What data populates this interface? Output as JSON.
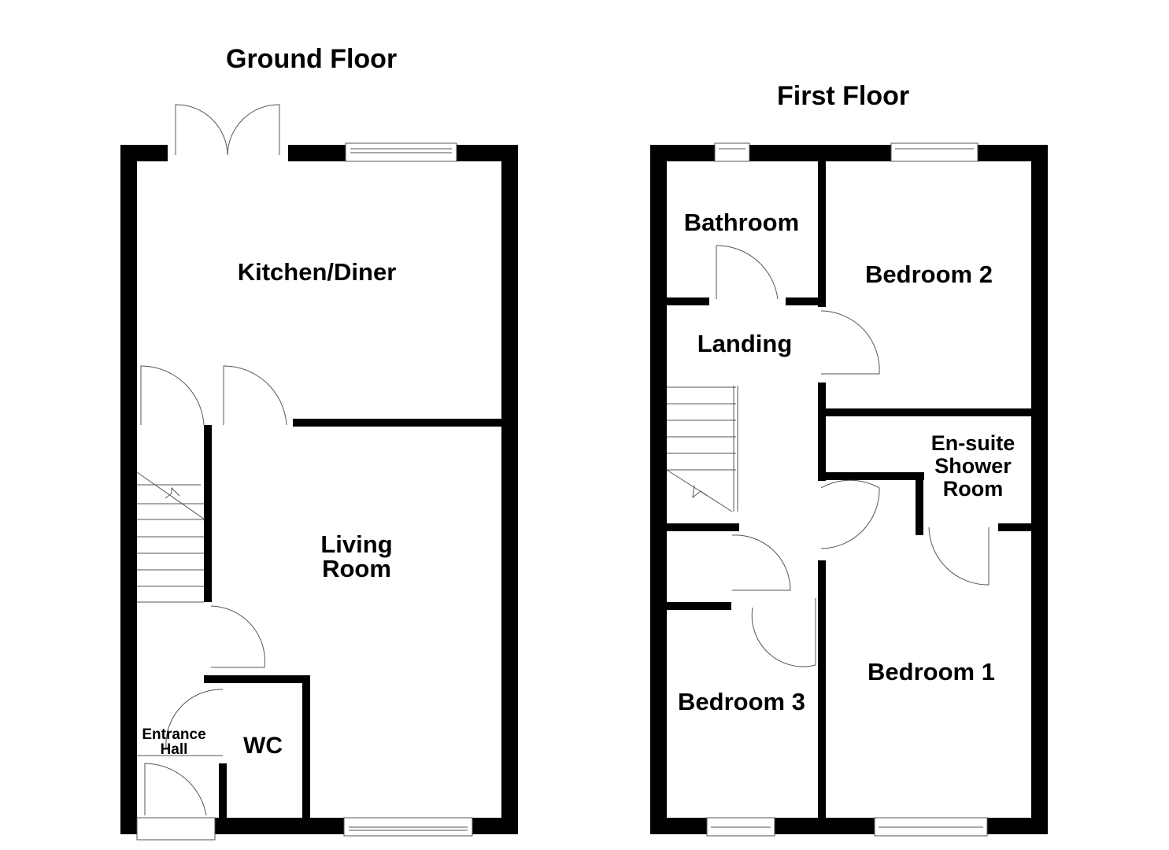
{
  "ground_floor": {
    "title": "Ground Floor",
    "rooms": {
      "kitchen_diner": "Kitchen/Diner",
      "living_room": "Living\nRoom",
      "entrance_hall": "Entrance\nHall",
      "wc": "WC"
    }
  },
  "first_floor": {
    "title": "First Floor",
    "rooms": {
      "bathroom": "Bathroom",
      "bedroom_2": "Bedroom 2",
      "landing": "Landing",
      "en_suite": "En-suite\nShower\nRoom",
      "bedroom_1": "Bedroom 1",
      "bedroom_3": "Bedroom 3"
    }
  },
  "colors": {
    "wall": "#000000",
    "background": "#ffffff",
    "line": "#555555"
  }
}
